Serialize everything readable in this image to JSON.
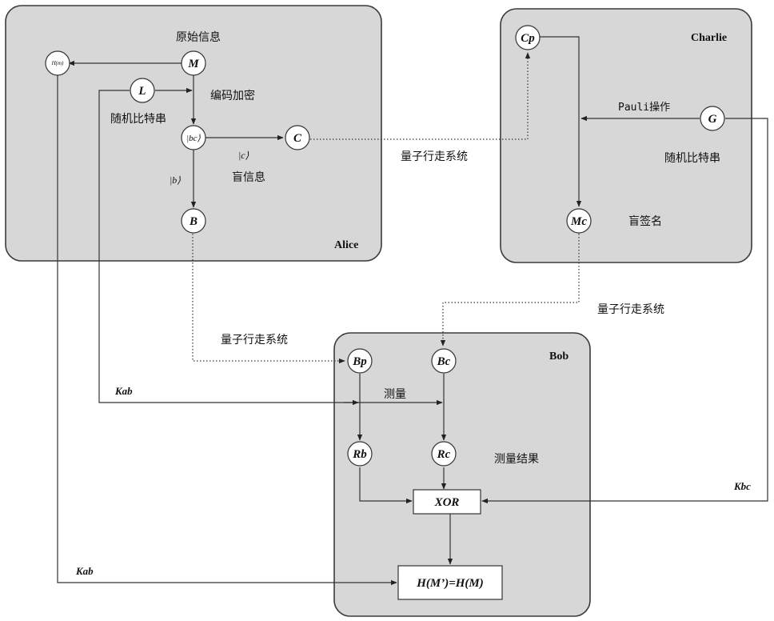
{
  "parties": {
    "alice": "Alice",
    "charlie": "Charlie",
    "bob": "Bob"
  },
  "nodes": {
    "hm": "H(m)",
    "m": "M",
    "l": "L",
    "bc_state": "|bc⟩",
    "c": "C",
    "b": "B",
    "cp": "Cp",
    "g": "G",
    "mc": "Mc",
    "bp": "Bp",
    "bc": "Bc",
    "rb": "Rb",
    "rc": "Rc",
    "xor": "XOR",
    "hash_check": "H(M’)=H(M)"
  },
  "labels": {
    "original_info": "原始信息",
    "encode_encrypt": "编码加密",
    "random_bits_alice": "随机比特串",
    "ket_c": "|c⟩",
    "ket_b": "|b⟩",
    "blind_info": "盲信息",
    "quantum_walk_1": "量子行走系统",
    "pauli_op": "Pauli操作",
    "random_bits_charlie": "随机比特串",
    "blind_signature": "盲签名",
    "quantum_walk_2": "量子行走系统",
    "quantum_walk_3": "量子行走系统",
    "measure": "测量",
    "measure_result": "测量结果",
    "kab_1": "Kab",
    "kab_2": "Kab",
    "kbc": "Kbc"
  }
}
